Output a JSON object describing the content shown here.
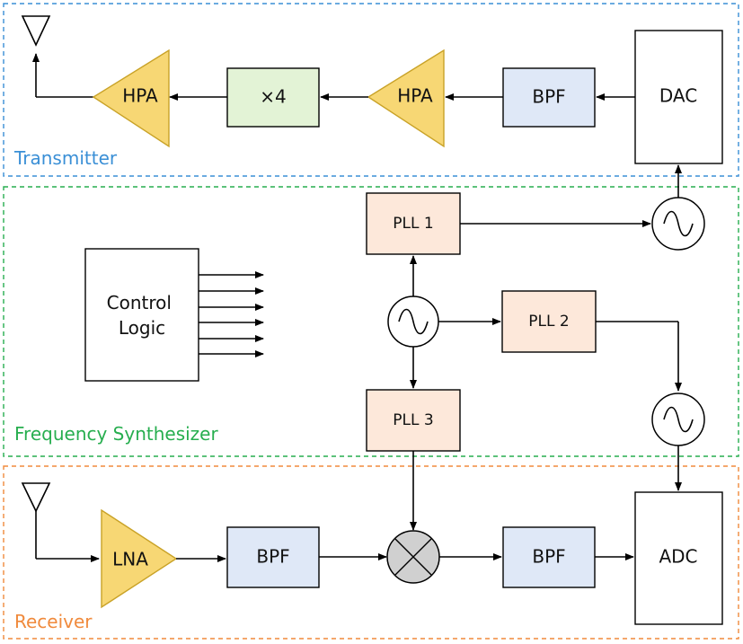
{
  "colors": {
    "transmitter": "#3a8fd6",
    "synthesizer": "#27ae4f",
    "receiver": "#f08a3c",
    "amplifier_fill": "#f7d774",
    "amplifier_stroke": "#c9a227",
    "filter_fill": "#dfe8f7",
    "multiplier_fill": "#e3f3d6",
    "pll_fill": "#fde8da",
    "mixer_fill": "#d0d0d0"
  },
  "sections": {
    "transmitter": "Transmitter",
    "synthesizer": "Frequency Synthesizer",
    "receiver": "Receiver"
  },
  "blocks": {
    "tx_hpa_1": "HPA",
    "tx_multiplier": "×4",
    "tx_hpa_2": "HPA",
    "tx_bpf": "BPF",
    "dac": "DAC",
    "pll1": "PLL 1",
    "pll2": "PLL 2",
    "pll3": "PLL 3",
    "control_logic": [
      "Control",
      "Logic"
    ],
    "lna": "LNA",
    "rx_bpf_1": "BPF",
    "rx_bpf_2": "BPF",
    "adc": "ADC"
  },
  "icons": {
    "antenna": "antenna-icon",
    "oscillator": "oscillator-icon",
    "mixer": "mixer-icon"
  }
}
